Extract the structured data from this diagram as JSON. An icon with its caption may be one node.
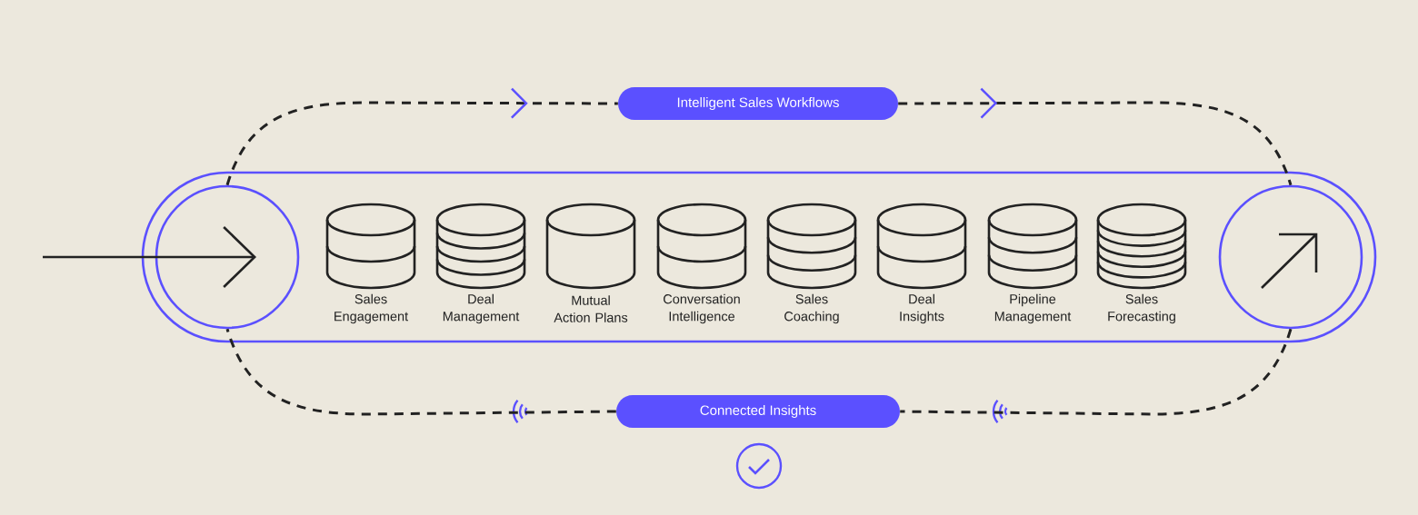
{
  "diagram": {
    "nodes": [
      {
        "text": [
          "Intelligent Sales Workflows"
        ]
      },
      {
        "text": [],
        "shape": "box"
      },
      {
        "text": [],
        "shape": "circle",
        "in": 1
      },
      {
        "text": [
          "Sales Engagement"
        ],
        "in": 1
      },
      {
        "text": [
          "Deal Management"
        ],
        "in": 1
      },
      {
        "text": [
          "Mutual Action Plans"
        ],
        "in": 1
      },
      {
        "text": [
          "Conversation Intelligence"
        ],
        "in": 1
      },
      {
        "text": [
          "Sales Coaching"
        ],
        "in": 1
      },
      {
        "text": [
          "Deal Insights"
        ],
        "in": 1
      },
      {
        "text": [
          "Pipeline Management"
        ],
        "in": 1
      },
      {
        "text": [
          "Sales Forecasting"
        ],
        "in": 1
      },
      {
        "text": [],
        "shape": "circle",
        "in": 1
      },
      {
        "text": [
          "Connected Insights"
        ]
      }
    ],
    "edges": [
      {
        "from": null,
        "to": 2,
        "arrow": "to"
      },
      {
        "from": 2,
        "to": 0,
        "arrow": "to",
        "style": "dashed"
      },
      {
        "from": 0,
        "to": 11,
        "arrow": "to",
        "style": "dashed"
      },
      {
        "from": 11,
        "to": 12,
        "arrow": "none",
        "style": "dashed"
      },
      {
        "from": 12,
        "to": 2,
        "arrow": "none",
        "style": "dashed"
      }
    ]
  }
}
